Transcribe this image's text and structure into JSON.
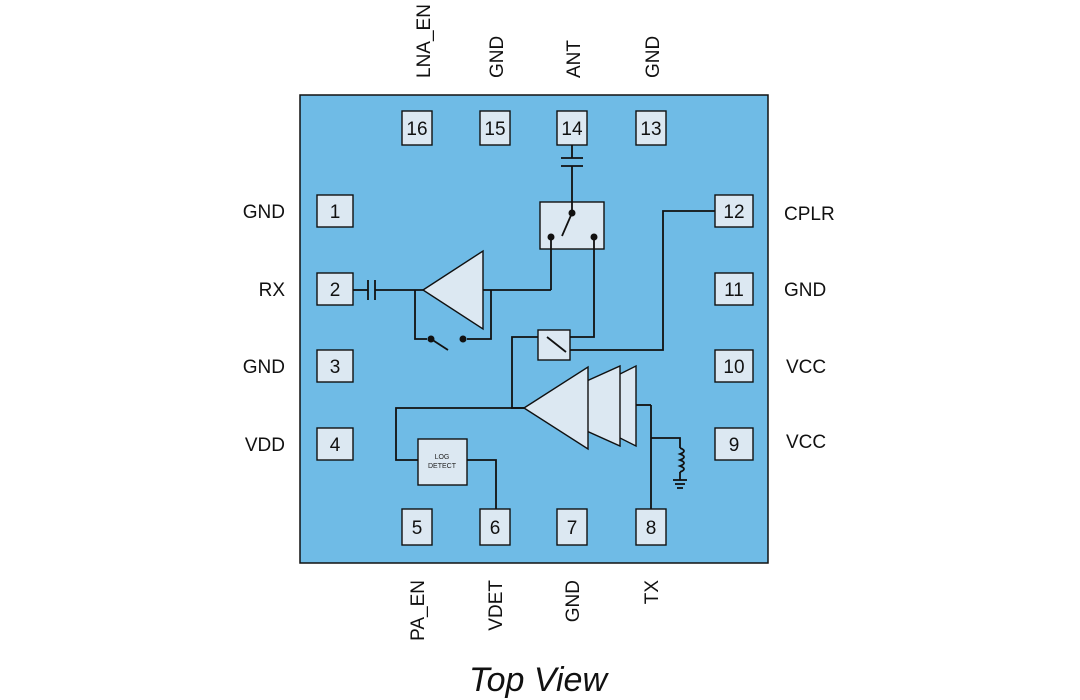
{
  "colors": {
    "package": "#6fbbe6",
    "pad": "#dce8f2",
    "line": "#111111",
    "background": "#ffffff"
  },
  "pins": {
    "p1": {
      "number": "1",
      "label": "GND"
    },
    "p2": {
      "number": "2",
      "label": "RX"
    },
    "p3": {
      "number": "3",
      "label": "GND"
    },
    "p4": {
      "number": "4",
      "label": "VDD"
    },
    "p5": {
      "number": "5",
      "label": "PA_EN"
    },
    "p6": {
      "number": "6",
      "label": "VDET"
    },
    "p7": {
      "number": "7",
      "label": "GND"
    },
    "p8": {
      "number": "8",
      "label": "TX"
    },
    "p9": {
      "number": "9",
      "label": "VCC"
    },
    "p10": {
      "number": "10",
      "label": "VCC"
    },
    "p11": {
      "number": "11",
      "label": "GND"
    },
    "p12": {
      "number": "12",
      "label": "CPLR"
    },
    "p13": {
      "number": "13",
      "label": "GND"
    },
    "p14": {
      "number": "14",
      "label": "ANT"
    },
    "p15": {
      "number": "15",
      "label": "GND"
    },
    "p16": {
      "number": "16",
      "label": "LNA_EN"
    }
  },
  "log_detect": {
    "line1": "LOG",
    "line2": "DETECT"
  },
  "caption": "Top View"
}
